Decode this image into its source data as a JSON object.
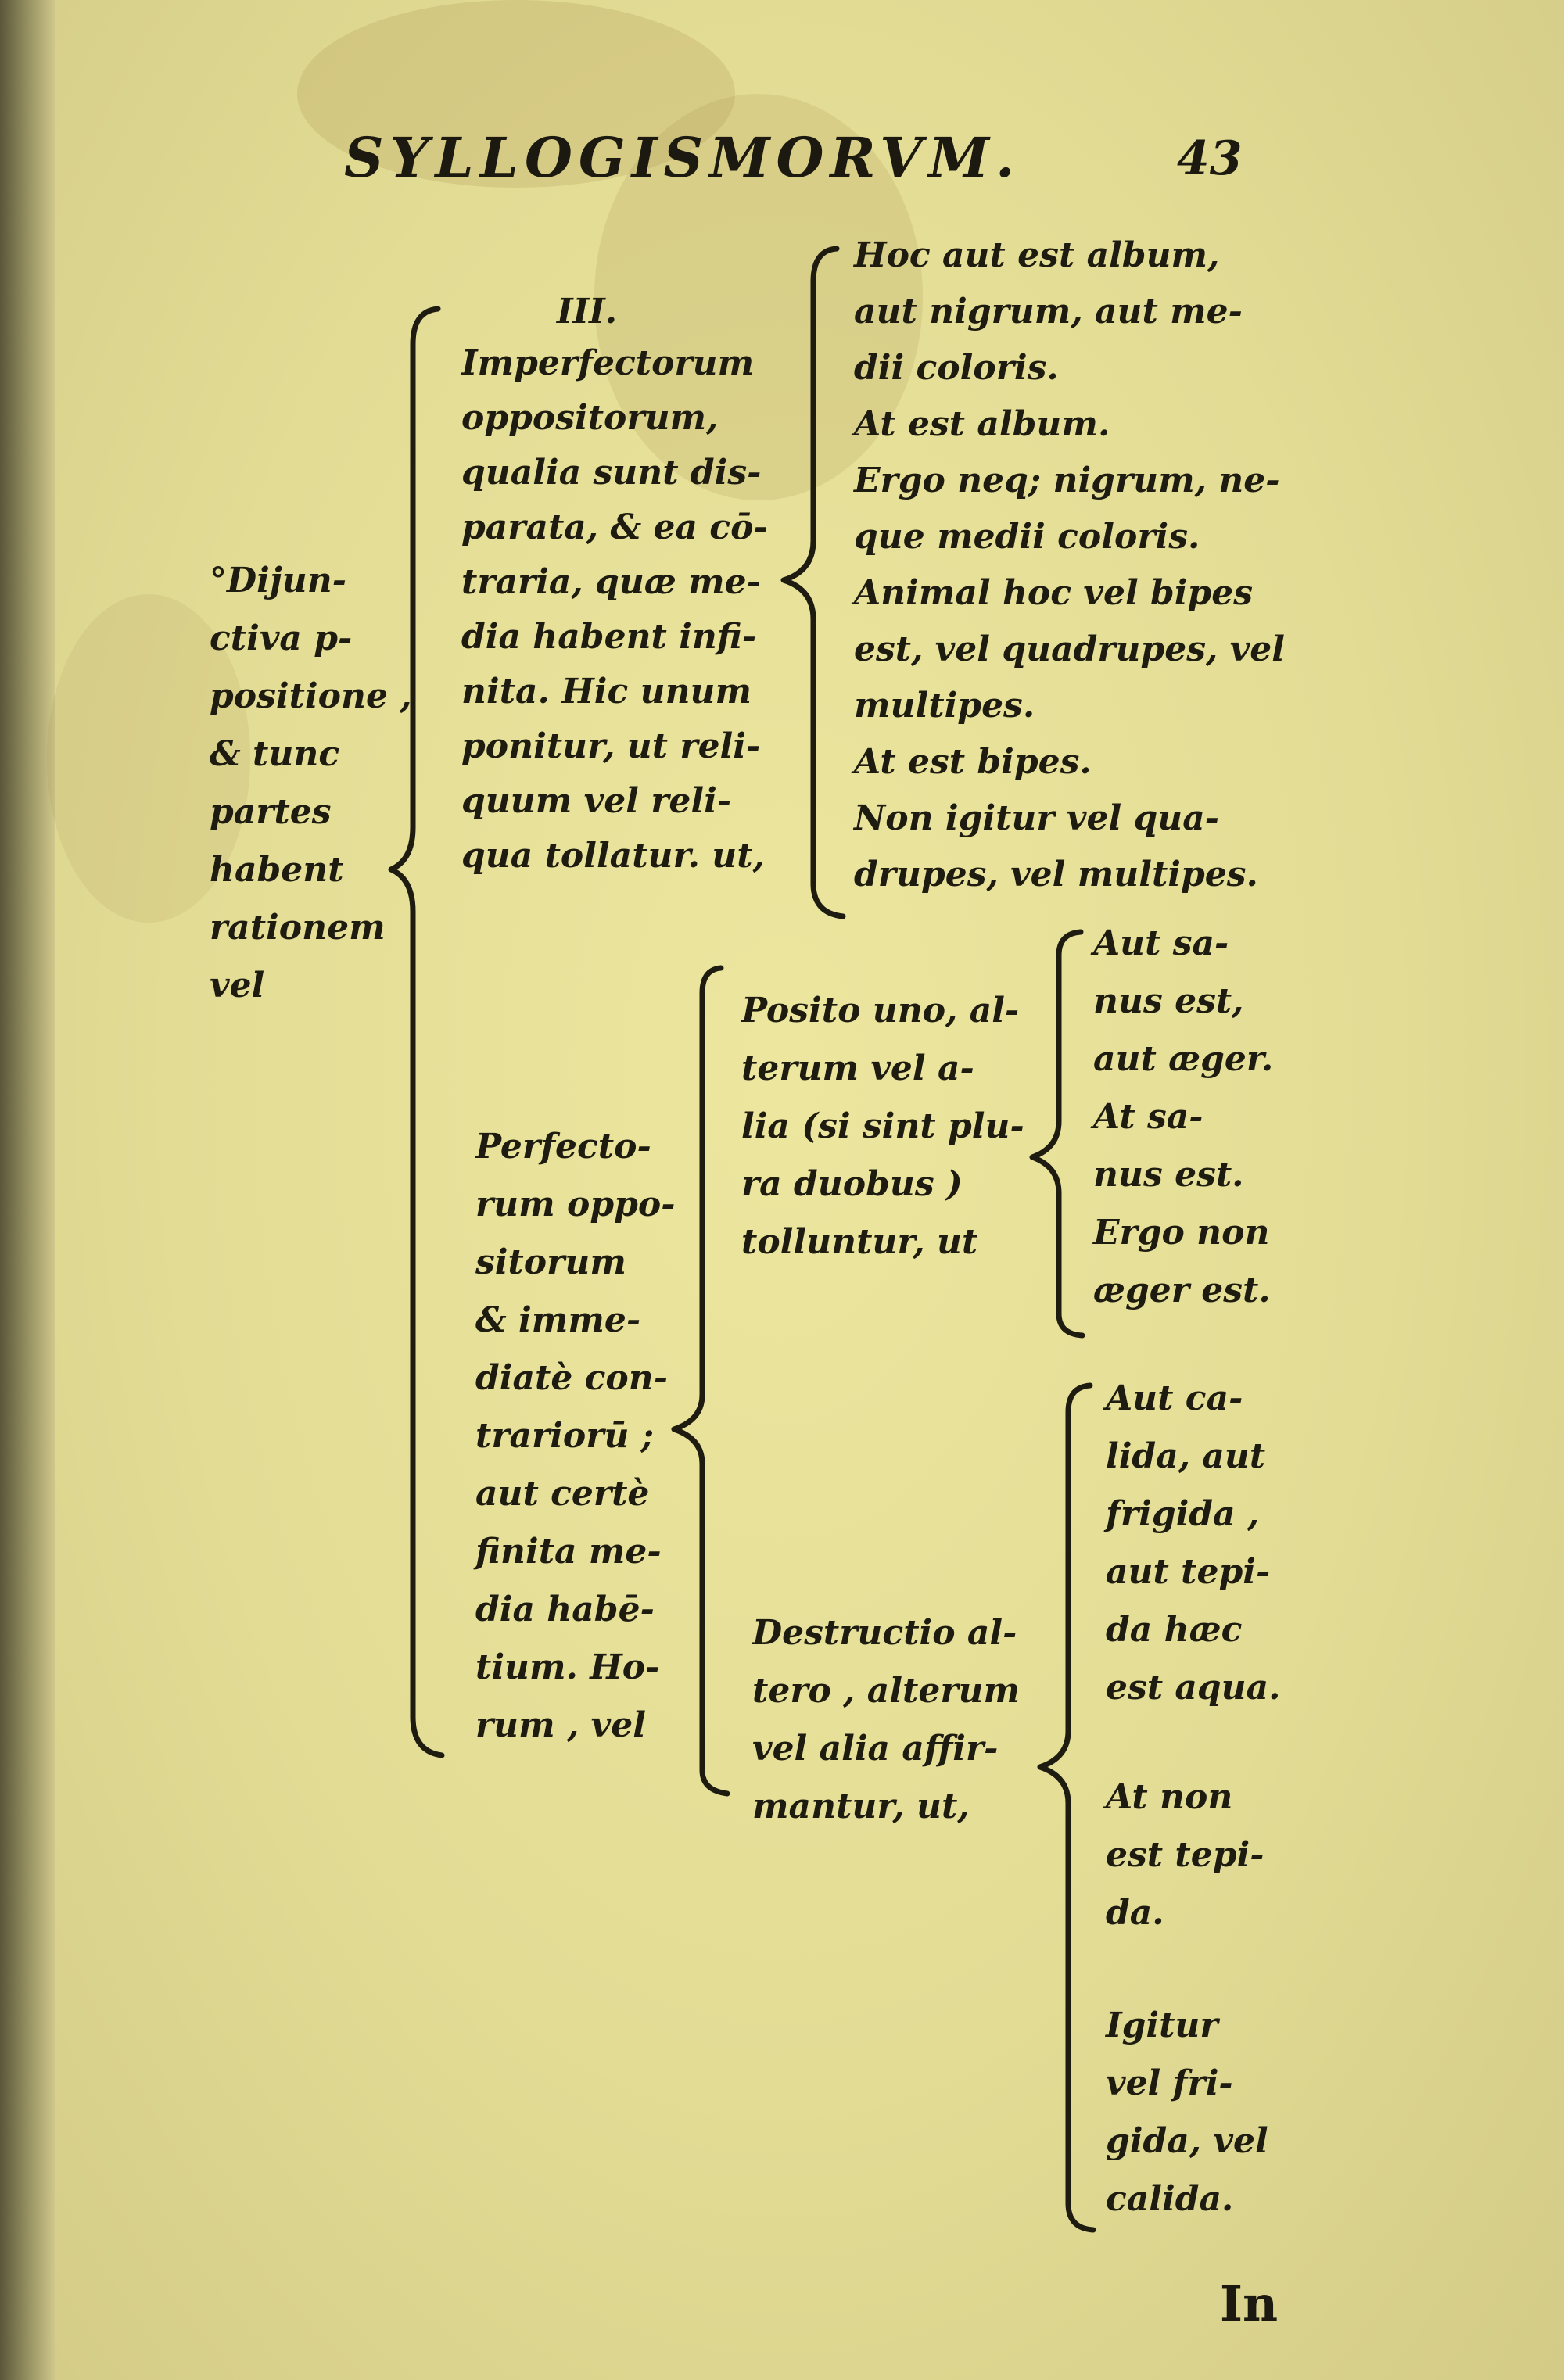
{
  "header": {
    "title": "SYLLOGISMORVM.",
    "page_number": "43"
  },
  "left_column": {
    "lines": [
      "°Dijun-",
      "ctiva p-",
      "positione ,",
      "& tunc",
      "partes",
      "habent",
      "rationem",
      "vel"
    ]
  },
  "imperfect_block": {
    "numeral": "III.",
    "lines": [
      "Imperfectorum",
      "oppositorum,",
      "qualia sunt dis-",
      "parata, & ea cō-",
      "traria, quæ me-",
      "dia habent infi-",
      "nita. Hic unum",
      "ponitur, ut reli-",
      "quum vel reli-",
      "qua tollatur. ut,"
    ]
  },
  "imperfect_example": {
    "lines": [
      "Hoc aut est album,",
      "aut nigrum, aut me-",
      "dii coloris.",
      "At est album.",
      "Ergo neq; nigrum, ne-",
      "que medii coloris.",
      "Animal hoc vel bipes",
      "est, vel quadrupes, vel",
      "multipes.",
      "At est bipes.",
      "Non igitur vel qua-",
      "drupes, vel multipes."
    ]
  },
  "perfect_block": {
    "lines": [
      "Perfecto-",
      "rum oppo-",
      "sitorum",
      "& imme-",
      "diatè con-",
      "trariorū ;",
      "aut certè",
      "finita me-",
      "dia habē-",
      "tium. Ho-",
      "rum , vel"
    ]
  },
  "posito_block": {
    "lines": [
      "Posito uno, al-",
      "terum vel a-",
      "lia (si sint plu-",
      "ra duobus )",
      "tolluntur, ut"
    ]
  },
  "posito_example": {
    "lines": [
      "Aut sa-",
      "nus est,",
      "aut æger.",
      "At sa-",
      "nus est.",
      "Ergo non",
      "æger est."
    ]
  },
  "destructio_block": {
    "lines": [
      "Destructio al-",
      "tero , alterum",
      "vel alia affir-",
      "mantur, ut,"
    ]
  },
  "destructio_example": {
    "group1": [
      "Aut ca-",
      "lida, aut",
      "frigida ,",
      "aut tepi-",
      "da hæc",
      "est aqua."
    ],
    "group2": [
      "At non",
      "est tepi-",
      "da."
    ],
    "group3": [
      "Igitur",
      "vel fri-",
      "gida, vel",
      "calida."
    ]
  },
  "catchword": "In"
}
